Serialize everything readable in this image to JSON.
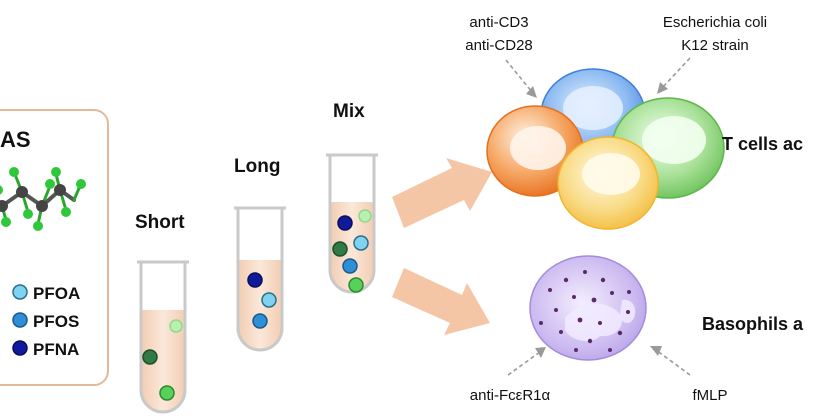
{
  "pfas_box": {
    "title_fragment": "AS",
    "legend": [
      {
        "label": "PFOA",
        "color": "#7fd3f0"
      },
      {
        "label": "PFOS",
        "color": "#2f8fd6"
      },
      {
        "label": "PFNA",
        "color": "#101a9c"
      }
    ]
  },
  "tubes": {
    "short_label": "Short",
    "long_label": "Long",
    "mix_label": "Mix"
  },
  "stimuli": {
    "t_cell_left": [
      "anti-CD3",
      "anti-CD28"
    ],
    "t_cell_right": [
      "Escherichia coli",
      "K12 strain"
    ],
    "basophil_left": "anti-FcεR1α",
    "basophil_right": "fMLP"
  },
  "outcomes": {
    "t_cells": "T cells ac",
    "basophils": "Basophils a"
  },
  "colors": {
    "box_border": "#e3b99a",
    "tube_fluid": "#f6ddc9",
    "arrow": "#f4c6a5",
    "light_green": "#b9f0b0",
    "dark_green": "#2f7a46",
    "green": "#57d15a",
    "cell_orange": "#ee7a2c",
    "cell_blue": "#4b8ee0",
    "cell_green": "#6cc25a",
    "cell_yellow": "#f6c545",
    "basophil": "#c8b5ee"
  }
}
